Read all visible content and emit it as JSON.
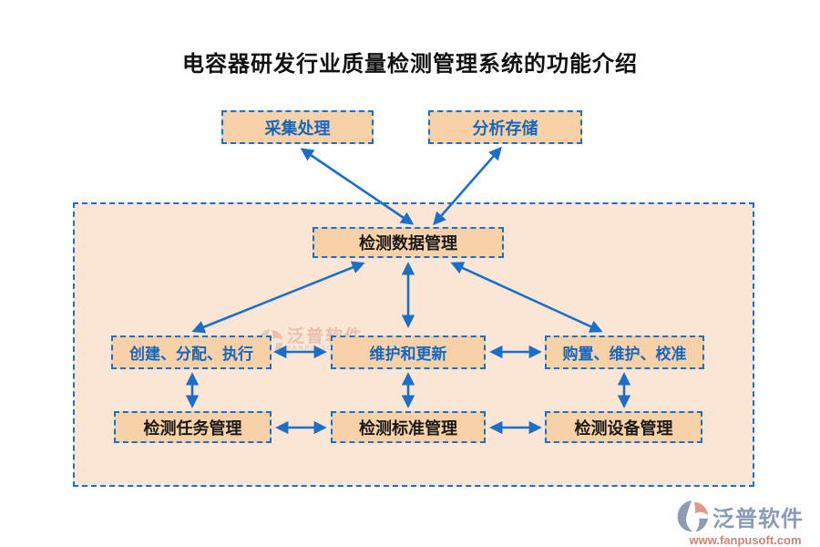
{
  "title": "电容器研发行业质量检测管理系统的功能介绍",
  "colors": {
    "box_fill": "#F8D1A8",
    "container_fill": "#FBE5D5",
    "border_blue": "#1A70C8",
    "arrow_blue": "#1A70C8",
    "text_blue": "#1467C0",
    "text_black": "#1A1A1A",
    "watermark_salmon": "#D79A87",
    "logo_gray": "#8C9CB3",
    "logo_url_color": "#CE8472"
  },
  "diagram": {
    "top_nodes": [
      {
        "label": "采集处理"
      },
      {
        "label": "分析存储"
      }
    ],
    "center_node": {
      "label": "检测数据管理"
    },
    "middle_nodes": [
      {
        "label": "创建、分配、执行"
      },
      {
        "label": "维护和更新"
      },
      {
        "label": "购置、维护、校准"
      }
    ],
    "bottom_nodes": [
      {
        "label": "检测任务管理"
      },
      {
        "label": "检测标准管理"
      },
      {
        "label": "检测设备管理"
      }
    ]
  },
  "watermark": {
    "brand": "泛普软件",
    "subtext": "FANPU SOFTWARE"
  },
  "footer_logo": {
    "brand": "泛普软件",
    "url": "www.fanpusoft.com"
  }
}
